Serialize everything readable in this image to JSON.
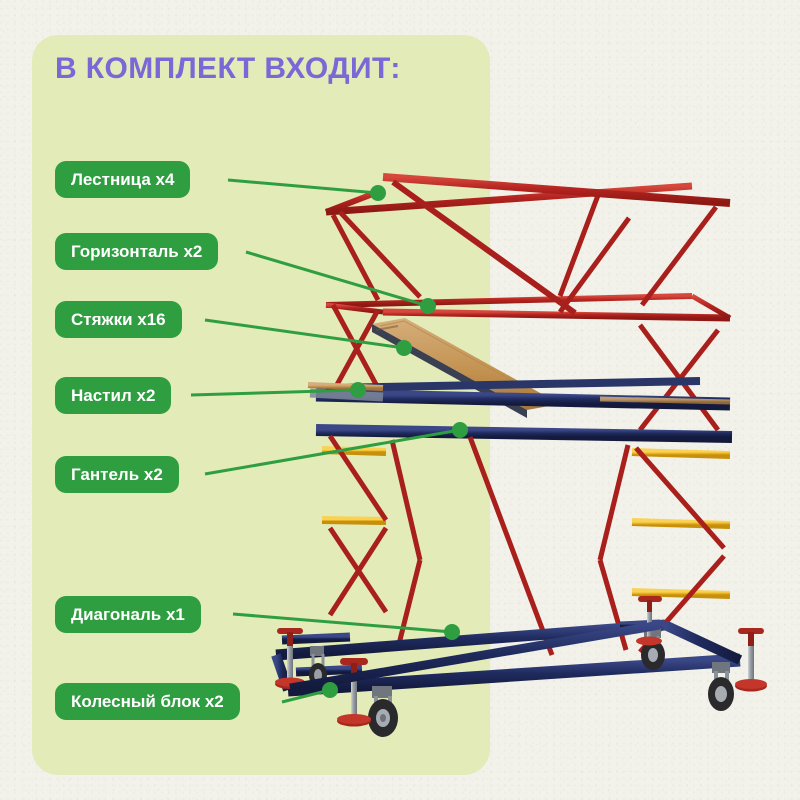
{
  "panel": {
    "background_color": "#e3ebb8",
    "canvas_color": "#f2f2ea"
  },
  "header": {
    "title": "В КОМПЛЕКТ ВХОДИТ:",
    "title_color": "#7a68d6"
  },
  "callouts": {
    "badge_color": "#2f9e41",
    "badge_text_color": "#ffffff",
    "leader_color": "#2f9e41",
    "items": [
      {
        "label": "Лестница x4",
        "part": "ladder-frame",
        "quantity": 4
      },
      {
        "label": "Горизонталь x2",
        "part": "horizontal",
        "quantity": 2
      },
      {
        "label": "Стяжки x16",
        "part": "braces",
        "quantity": 16
      },
      {
        "label": "Настил x2",
        "part": "deck",
        "quantity": 2
      },
      {
        "label": "Гантель x2",
        "part": "dumbbell-beam",
        "quantity": 2
      },
      {
        "label": "Диагональ x1",
        "part": "diagonal",
        "quantity": 1
      },
      {
        "label": "Колесный блок x2",
        "part": "caster-block",
        "quantity": 2
      }
    ]
  },
  "illustration": {
    "name": "mobile-scaffold-tower",
    "colors": {
      "upper_frame_red": "#b4231f",
      "red_highlight": "#d8443a",
      "lower_frame_yellow": "#efb318",
      "yellow_highlight": "#f7cf4a",
      "beam_navy": "#1f2b5e",
      "navy_highlight": "#33407a",
      "deck_wood": "#c79a63",
      "deck_wood_dark": "#a97f4c",
      "jack_red": "#a8281f",
      "metal_grey": "#9aa0a6",
      "wheel_black": "#2a2a2c"
    }
  }
}
